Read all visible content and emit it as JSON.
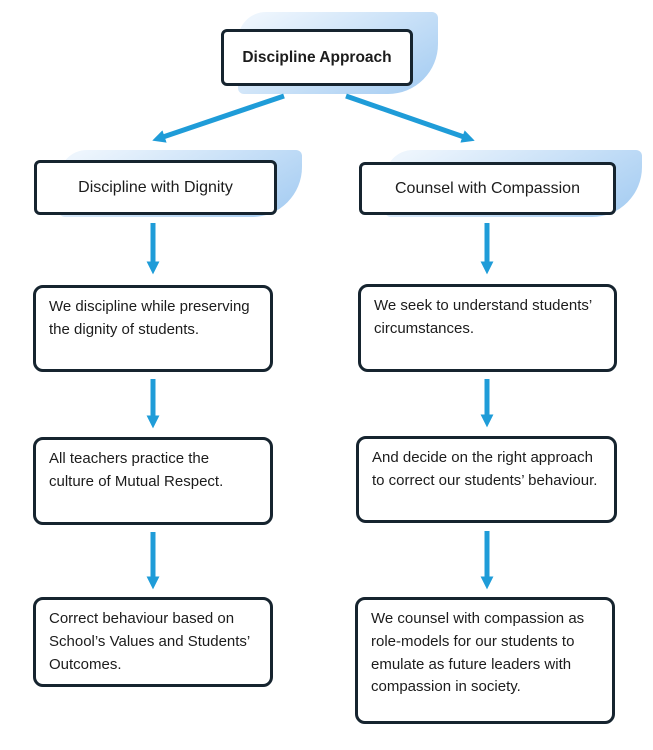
{
  "diagram": {
    "title": "Discipline Approach",
    "columns": [
      {
        "header": "Discipline with Dignity",
        "steps": [
          "We discipline while preserving the dignity of students.",
          "All teachers practice the culture of Mutual Respect.",
          "Correct behaviour based on School’s Values and Students’ Outcomes."
        ]
      },
      {
        "header": "Counsel with Compassion",
        "steps": [
          "We seek to understand students’ circumstances.",
          "And decide on the right approach to correct  our students’ behaviour.",
          "We counsel with compassion as role-models for our students to emulate as future leaders with compassion in society."
        ]
      }
    ],
    "colors": {
      "arrow": "#1F9CD8",
      "box_border": "#16242F",
      "box_fill": "#FFFFFF",
      "accent_light": "#EDF5FD",
      "accent_deep": "#A6CDF2",
      "text": "#1C1C1C"
    }
  }
}
